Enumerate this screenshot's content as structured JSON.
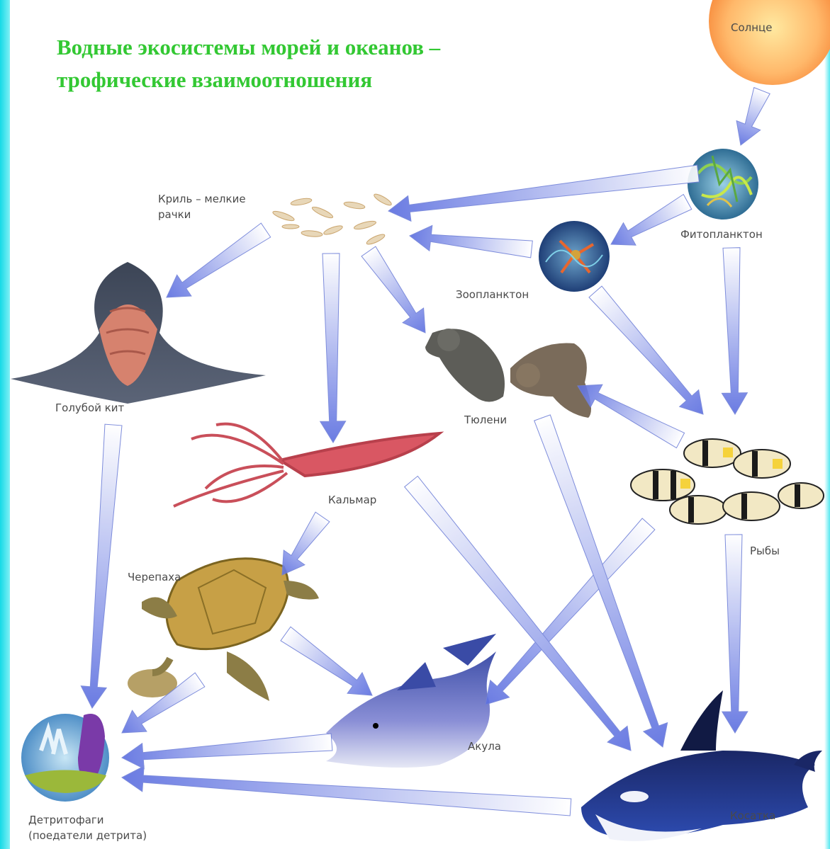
{
  "title": "Водные экосистемы морей и океанов – трофические взаимоотношения",
  "labels": {
    "sun": "Солнце",
    "phytoplankton": "Фитопланктон",
    "zooplankton": "Зоопланктон",
    "krill_line1": "Криль – мелкие",
    "krill_line2": "рачки",
    "blue_whale": "Голубой кит",
    "seals": "Тюлени",
    "squid": "Кальмар",
    "fish": "Рыбы",
    "turtle": "Черепаха",
    "shark": "Акула",
    "orca": "Косатка",
    "detritivores_line1": "Детритофаги",
    "detritivores_line2": "(поедатели детрита)"
  },
  "food_web_links": [
    [
      "sun",
      "phytoplankton"
    ],
    [
      "phytoplankton",
      "krill"
    ],
    [
      "phytoplankton",
      "zooplankton"
    ],
    [
      "phytoplankton",
      "fish"
    ],
    [
      "zooplankton",
      "krill"
    ],
    [
      "zooplankton",
      "fish"
    ],
    [
      "krill",
      "blue_whale"
    ],
    [
      "krill",
      "squid"
    ],
    [
      "krill",
      "seals"
    ],
    [
      "fish",
      "seals"
    ],
    [
      "fish",
      "shark"
    ],
    [
      "fish",
      "orca"
    ],
    [
      "seals",
      "orca"
    ],
    [
      "squid",
      "turtle"
    ],
    [
      "squid",
      "orca"
    ],
    [
      "turtle",
      "shark"
    ],
    [
      "blue_whale",
      "detritivores"
    ],
    [
      "turtle",
      "detritivores"
    ],
    [
      "shark",
      "detritivores"
    ],
    [
      "orca",
      "detritivores"
    ]
  ],
  "colors": {
    "title": "#33c833",
    "arrow_fill": "#5b6ee0",
    "frame": "#15d9e6"
  }
}
